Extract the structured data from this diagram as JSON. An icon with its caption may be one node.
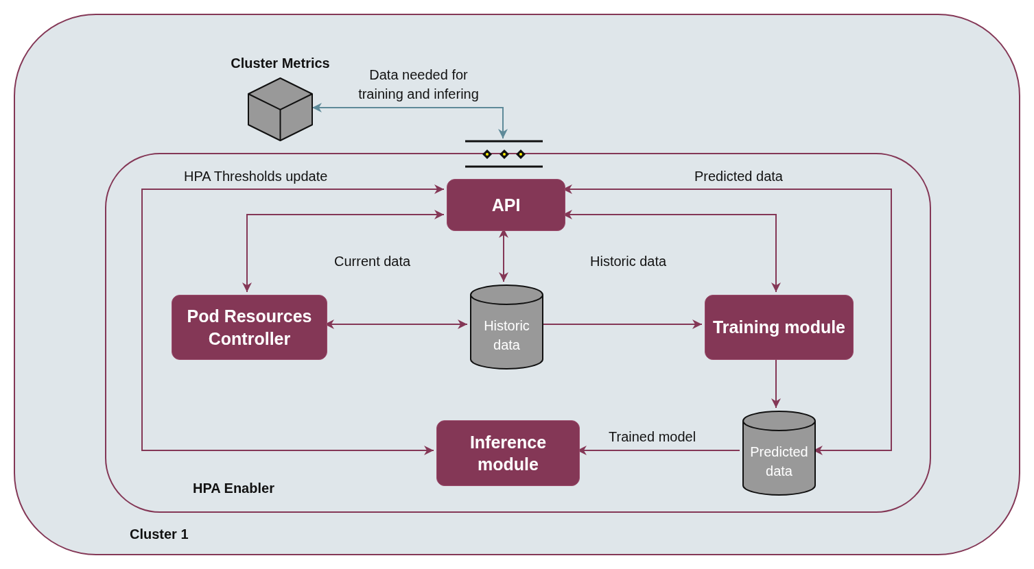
{
  "diagram": {
    "nodes": [
      {
        "text": [
          "Cluster 1"
        ]
      },
      {
        "text": [
          "Cluster Metrics"
        ],
        "in": 0
      },
      {
        "text": [],
        "shape": "bar",
        "in": 0
      },
      {
        "text": [
          "HPA Enabler"
        ],
        "in": 0
      },
      {
        "text": [
          "API"
        ],
        "in": 3
      },
      {
        "text": [
          "Pod Resources Controller"
        ],
        "in": 3
      },
      {
        "text": [
          "Historic data"
        ],
        "in": 3
      },
      {
        "text": [
          "Training module"
        ],
        "in": 3
      },
      {
        "text": [
          "Inference module"
        ],
        "in": 3
      },
      {
        "text": [
          "Predicted data"
        ],
        "in": 3
      }
    ],
    "edges": [
      {
        "from": 8,
        "to": 4,
        "arrow": "both",
        "label": "HPA Thresholds update"
      },
      {
        "from": 4,
        "to": 5,
        "arrow": "both"
      },
      {
        "from": 4,
        "to": 6,
        "arrow": "both"
      },
      {
        "from": 4,
        "to": 7,
        "arrow": "both"
      },
      {
        "from": 9,
        "to": 4,
        "arrow": "both",
        "label": "Predicted data"
      },
      {
        "from": 5,
        "to": 6,
        "arrow": "both",
        "label": "Current data"
      },
      {
        "from": 6,
        "to": 7,
        "arrow": "to",
        "label": "Historic data"
      },
      {
        "from": 7,
        "to": 9,
        "arrow": "to"
      },
      {
        "from": 9,
        "to": 8,
        "arrow": "to",
        "label": "Trained model"
      },
      {
        "from": 1,
        "to": 2,
        "arrow": "both",
        "label": "Data needed for training and infering",
        "color": "#5e8a99"
      }
    ]
  }
}
